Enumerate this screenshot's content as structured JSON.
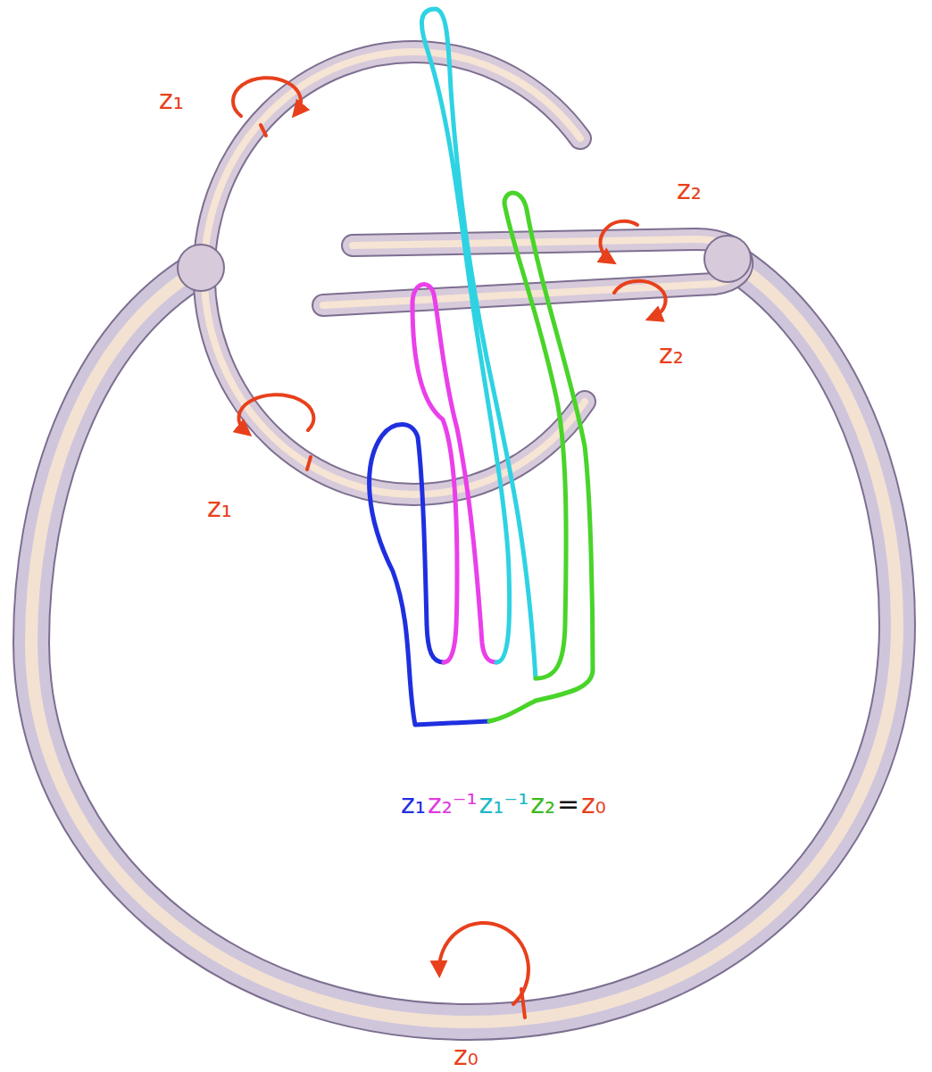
{
  "diagram": {
    "labels": [
      "z₁",
      "z₂",
      "z₂",
      "z₁",
      "z₀",
      "z₁",
      "z₂⁻¹",
      "z₁⁻¹",
      "z₂",
      "=",
      "z₀"
    ]
  }
}
